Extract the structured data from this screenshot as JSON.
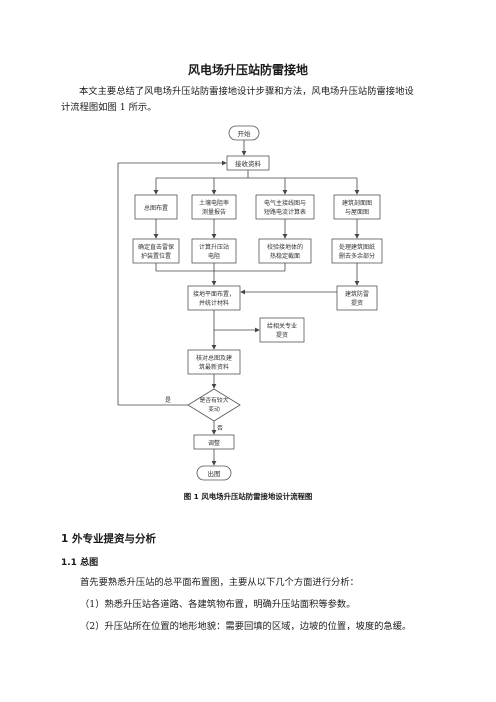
{
  "doc": {
    "title": "风电场升压站防雷接地",
    "intro_line1": "本文主要总结了风电场升压站防雷接地设计步骤和方法，风电场升压站防雷接地设",
    "intro_line2": "计流程图如图 1 所示。",
    "figure_caption": "图 1  风电场升压站防雷接地设计流程图",
    "section1": "1  外专业提资与分析",
    "section1_1": "1.1  总图",
    "body_line1": "首先要熟悉升压站的总平面布置图，主要从以下几个方面进行分析：",
    "body_line2": "（1）熟悉升压站各道路、各建筑物布置，明确升压站面积等参数。",
    "body_line3": "（2）升压站所在位置的地形地貌：需要回填的区域，边坡的位置，坡度的急缓。"
  },
  "flow": {
    "start": "开始",
    "receive": "接收资料",
    "col1_top": "总图布置",
    "col2_top_l1": "土壤电阻率",
    "col2_top_l2": "测量报告",
    "col3_top_l1": "电气主接线图与",
    "col3_top_l2": "短路电流计算表",
    "col4_top_l1": "建筑剖面图",
    "col4_top_l2": "与屋面图",
    "col1_mid_l1": "确定直击雷保",
    "col1_mid_l2": "护装置位置",
    "col2_mid_l1": "计算升压站",
    "col2_mid_l2": "电阻",
    "col3_mid_l1": "校验接地体的",
    "col3_mid_l2": "热稳定截面",
    "col4_mid_l1": "处理建筑图纸",
    "col4_mid_l2": "删去多余部分",
    "layout_l1": "接地平面布置，",
    "layout_l2": "并统计材料",
    "building_l1": "建筑防雷",
    "building_l2": "提资",
    "other_l1": "给相关专业",
    "other_l2": "提资",
    "check_l1": "核对总图及建",
    "check_l2": "筑最新资料",
    "decision_l1": "是否有较大",
    "decision_l2": "变动",
    "yes": "是",
    "no": "否",
    "adjust": "调整",
    "end": "出图"
  }
}
